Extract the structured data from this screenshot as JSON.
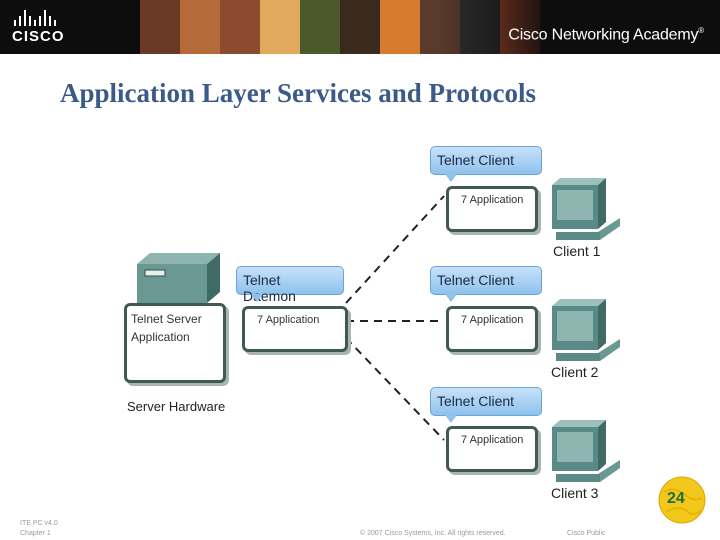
{
  "header": {
    "brand": "CISCO",
    "academy": "Cisco Networking Academy",
    "trademark": "®"
  },
  "slide": {
    "title": "Application Layer Services and Protocols",
    "page_number": "24"
  },
  "diagram": {
    "server": {
      "name_line1": "Telnet Server",
      "name_line2": "Application",
      "hardware_label": "Server Hardware",
      "daemon_callout": "Telnet Daemon",
      "layer_box": "7 Application"
    },
    "clients": [
      {
        "callout": "Telnet Client",
        "layer_box": "7 Application",
        "label": "Client 1"
      },
      {
        "callout": "Telnet Client",
        "layer_box": "7 Application",
        "label": "Client 2"
      },
      {
        "callout": "Telnet Client",
        "layer_box": "7 Application",
        "label": "Client 3"
      }
    ]
  },
  "footer": {
    "course": "ITE PC v4.0",
    "chapter": "Chapter 1",
    "copyright": "© 2007 Cisco Systems, Inc. All rights reserved.",
    "classification": "Cisco Public"
  },
  "colors": {
    "title": "#3c5a87",
    "callout_top": "#c7e2fa",
    "callout_bottom": "#8ec1ec",
    "box_border": "#3e5a52",
    "computer": "#5a8a86"
  }
}
